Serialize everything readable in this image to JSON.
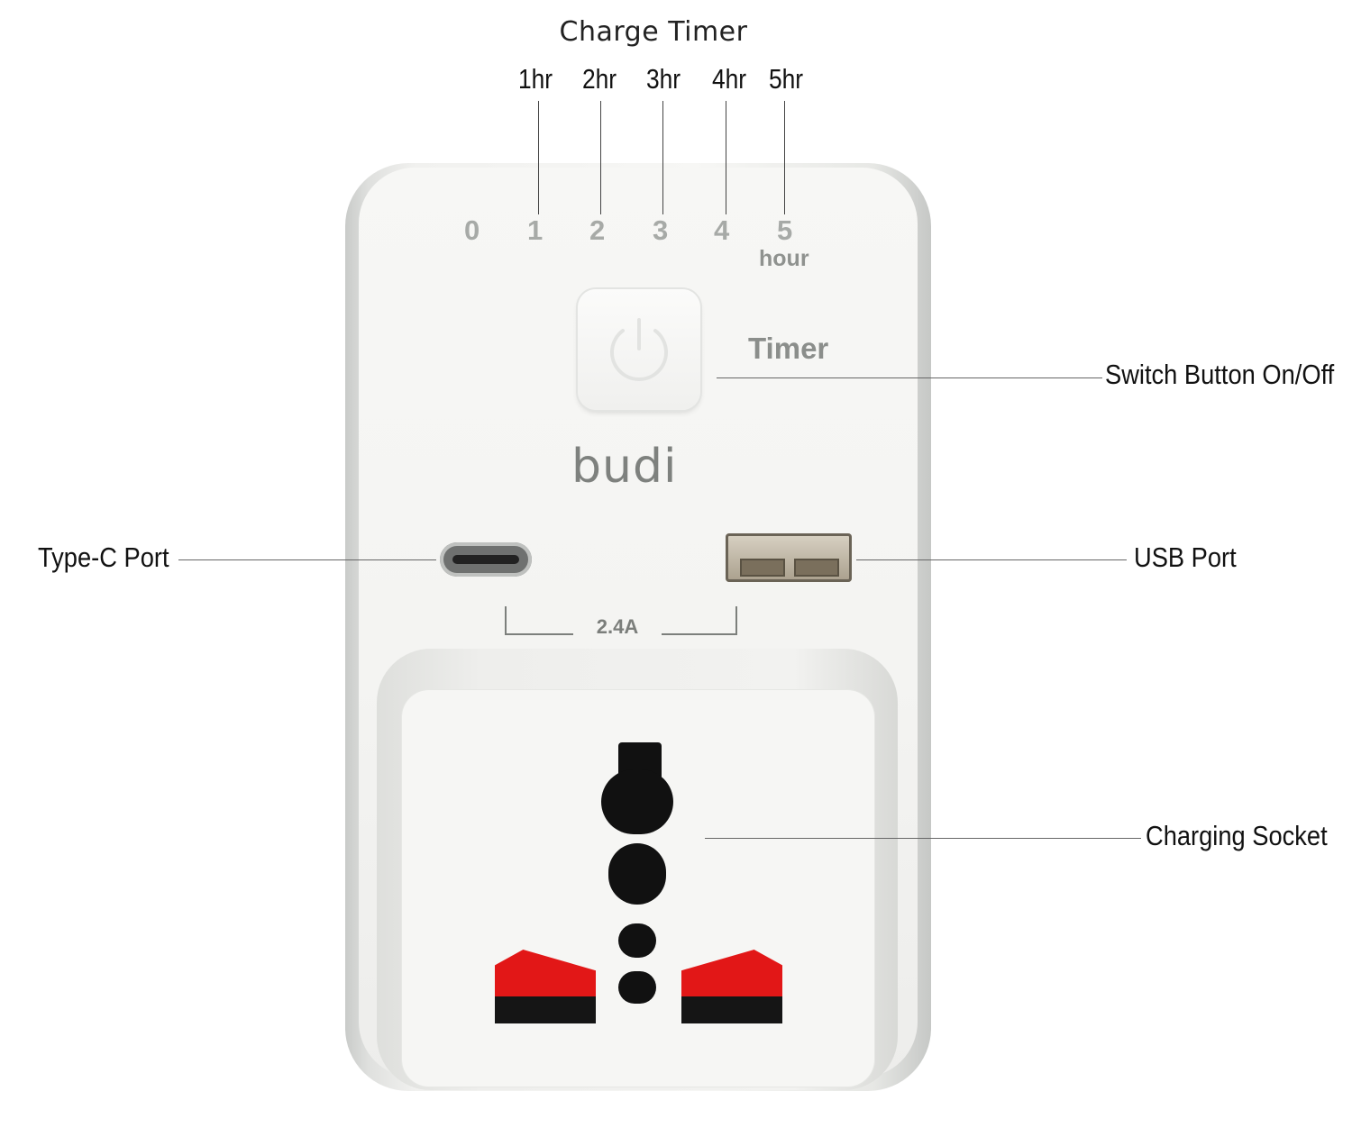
{
  "title": "Charge Timer",
  "hour_labels": [
    "1hr",
    "2hr",
    "3hr",
    "4hr",
    "5hr"
  ],
  "device": {
    "dial_numbers": [
      "0",
      "1",
      "2",
      "3",
      "4",
      "5"
    ],
    "dial_unit": "hour",
    "timer_label": "Timer",
    "brand": "budi",
    "output_rating": "2.4A"
  },
  "callouts": {
    "switch_button": "Switch Button On/Off",
    "type_c_port": "Type-C Port",
    "usb_port": "USB Port",
    "charging_socket": "Charging Socket"
  },
  "colors": {
    "socket_red": "#e21717",
    "device_white": "#f4f4f2",
    "print_gray": "#a7aaa7"
  }
}
